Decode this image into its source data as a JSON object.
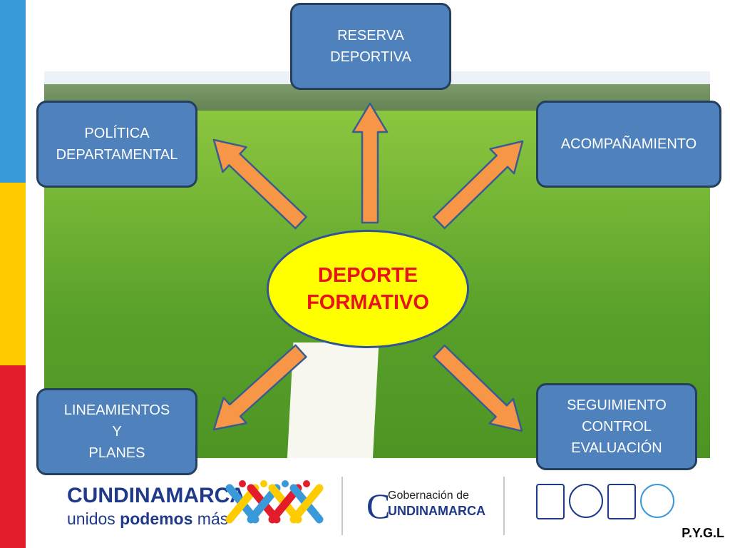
{
  "diagram": {
    "center": "DEPORTE\nFORMATIVO",
    "nodes": {
      "top": "RESERVA\nDEPORTIVA",
      "top_left": "POLÍTICA\nDEPARTAMENTAL",
      "top_right": "ACOMPAÑAMIENTO",
      "bottom_left": "LINEAMIENTOS\nY\nPLANES",
      "bottom_right": "SEGUIMIENTO\nCONTROL\nEVALUACIÓN"
    },
    "edges": [
      {
        "from": "center",
        "to": "top"
      },
      {
        "from": "center",
        "to": "top_left"
      },
      {
        "from": "center",
        "to": "top_right"
      },
      {
        "from": "center",
        "to": "bottom_left"
      },
      {
        "from": "center",
        "to": "bottom_right"
      }
    ]
  },
  "footer": {
    "logo_cundinamarca": "CUNDINAMARCA",
    "slogan_prefix": "unidos ",
    "slogan_bold": "podemos",
    "slogan_suffix": " más",
    "gobernacion_line1": "Gobernación de",
    "gobernacion_line2": "UNDINAMARCA",
    "initials": "P.Y.G.L"
  },
  "colors": {
    "node_fill": "#4f81bd",
    "node_border": "#243f60",
    "center_fill": "#ffff00",
    "center_text": "#e8141a",
    "arrow_fill": "#f79646",
    "arrow_stroke": "#3a5d8f",
    "stripe_blue": "#3a9ad9",
    "stripe_yellow": "#ffcc00",
    "stripe_red": "#e31c2c"
  }
}
